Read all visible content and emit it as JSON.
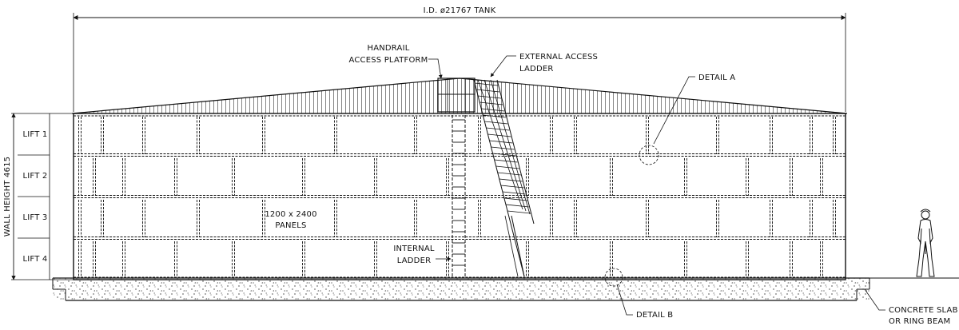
{
  "title": "I.D. ø21767 TANK",
  "wall_height_label": "WALL HEIGHT 4615",
  "lifts": [
    "LIFT 1",
    "LIFT 2",
    "LIFT 3",
    "LIFT 4"
  ],
  "callouts": {
    "handrail_line1": "HANDRAIL",
    "handrail_line2": "ACCESS PLATFORM",
    "external_ladder_line1": "EXTERNAL ACCESS",
    "external_ladder_line2": "LADDER",
    "detail_a": "DETAIL A",
    "detail_b": "DETAIL B",
    "panels_line1": "1200 x 2400",
    "panels_line2": "PANELS",
    "internal_ladder_line1": "INTERNAL",
    "internal_ladder_line2": "LADDER",
    "slab_line1": "CONCRETE SLAB",
    "slab_line2": "OR RING BEAM"
  },
  "icons": {
    "person": "person-figure-icon"
  }
}
